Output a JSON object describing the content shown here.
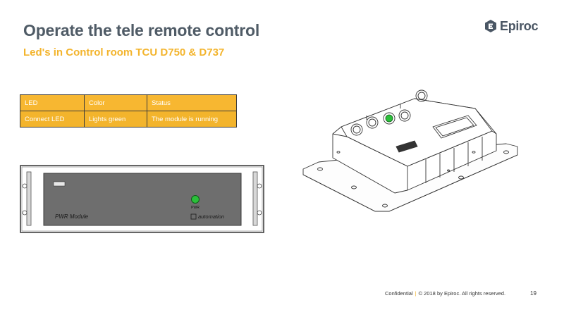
{
  "slide": {
    "title": "Operate the tele remote control",
    "subtitle": "Led's in Control room TCU D750 & D737"
  },
  "logo": {
    "text": "Epiroc",
    "icon": "epiroc-logo-icon"
  },
  "table": {
    "headers": [
      "LED",
      "Color",
      "Status"
    ],
    "rows": [
      [
        "Connect LED",
        "Lights green",
        "The module is running"
      ]
    ]
  },
  "panel": {
    "module_label": "PWR   Module",
    "brand": "automation",
    "led_label": "PWR",
    "led_color": "#2bbf3a"
  },
  "footer": {
    "confidential": "Confidential",
    "copyright": "© 2018 by Epiroc. All rights reserved.",
    "page": "19"
  },
  "colors": {
    "accent": "#f3b42c",
    "title": "#4f5b66"
  }
}
